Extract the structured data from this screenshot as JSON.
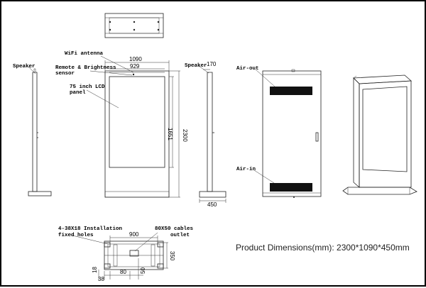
{
  "labels": {
    "wifi_antenna": "WiFi antenna",
    "remote_line1": "Remote & Brightness",
    "remote_line2": "sensor",
    "panel_line1": "75 inch LCD",
    "panel_line2": "panel",
    "speaker_left": "Speaker",
    "speaker_right": "Speaker",
    "air_out": "Air-out",
    "air_in": "Air-in",
    "install_line1": "4-38X18 Installation",
    "install_line2": "fixed holes",
    "cables_line1": "80X50 cables",
    "cables_line2": "outlet"
  },
  "dimensions": {
    "front_width": "1090",
    "screen_width": "929",
    "screen_height": "1651",
    "total_height": "2300",
    "side_top": "170",
    "side_depth": "450",
    "base_width": "900",
    "base_depth": "350",
    "hole_dim_18": "18",
    "hole_dim_38": "38",
    "hole_dim_80": "80",
    "hole_dim_50": "50"
  },
  "caption": "Product Dimensions(mm): 2300*1090*450mm"
}
